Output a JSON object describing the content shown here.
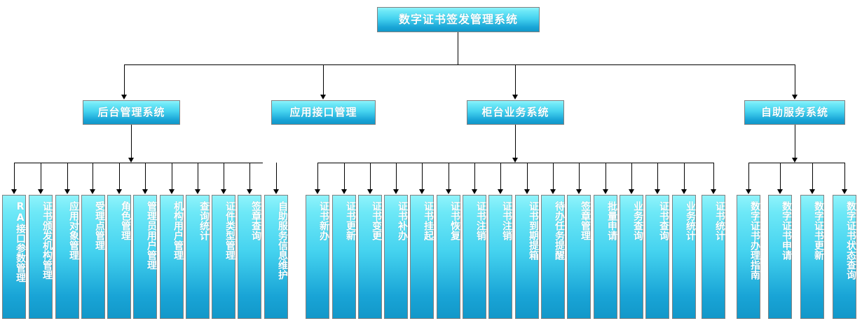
{
  "diagram": {
    "title": "数字证书签发管理系统",
    "type": "organization-hierarchy",
    "colors": {
      "node_gradient_top": "#8FF3FB",
      "node_gradient_bottom": "#1298C9",
      "node_border": "#808080",
      "connector": "#000000",
      "text": "#FFFFFF",
      "background": "#FFFFFF"
    },
    "root": {
      "label": "数字证书签发管理系统"
    },
    "branches": [
      {
        "label": "后台管理系统",
        "children": [
          {
            "label": "RA接口参数管理"
          },
          {
            "label": "证书颁发机构管理"
          },
          {
            "label": "应用对象管理"
          },
          {
            "label": "受理点管理"
          },
          {
            "label": "角色管理"
          },
          {
            "label": "管理员用户管理"
          },
          {
            "label": "机构用户管理"
          },
          {
            "label": "查询统计"
          },
          {
            "label": "证件类型管理"
          },
          {
            "label": "签章查询"
          },
          {
            "label": "自助服务信息维护"
          }
        ]
      },
      {
        "label": "应用接口管理",
        "children": []
      },
      {
        "label": "柜台业务系统",
        "children": [
          {
            "label": "证书新办"
          },
          {
            "label": "证书更新"
          },
          {
            "label": "证书变更"
          },
          {
            "label": "证书补办"
          },
          {
            "label": "证书挂起"
          },
          {
            "label": "证书恢复"
          },
          {
            "label": "证书注销"
          },
          {
            "label": "证书注销"
          },
          {
            "label": "证书到期提箱"
          },
          {
            "label": "待办任务提醒"
          },
          {
            "label": "签章管理"
          },
          {
            "label": "批量申请"
          },
          {
            "label": "业务查询"
          },
          {
            "label": "证书查询"
          },
          {
            "label": "业务统计"
          },
          {
            "label": "证书统计"
          }
        ]
      },
      {
        "label": "自助服务系统",
        "children": [
          {
            "label": "数字证书办理指南"
          },
          {
            "label": "数字证书申请"
          },
          {
            "label": "数字证书更新"
          },
          {
            "label": "数字证书状态查询"
          }
        ]
      }
    ]
  }
}
